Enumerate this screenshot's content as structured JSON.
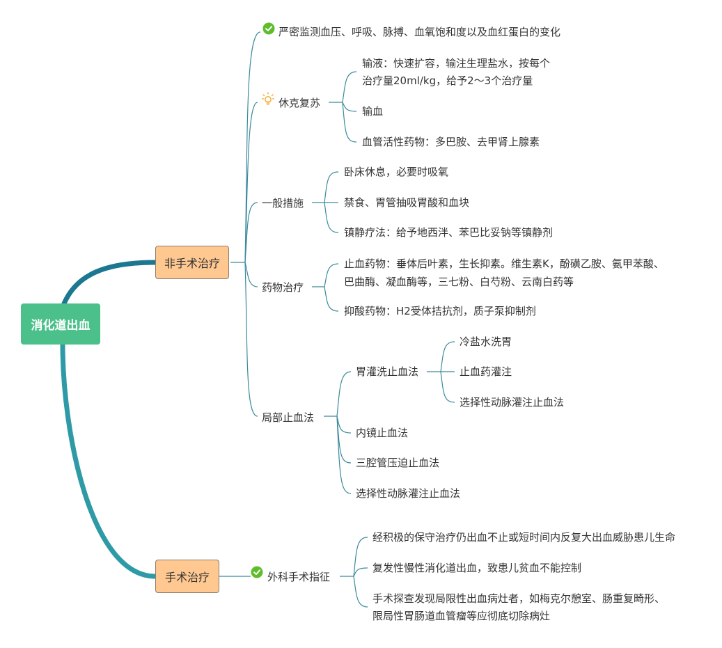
{
  "colors": {
    "root_bg": "#4cc08b",
    "branch_bg": "#ffc891",
    "thick_line_top": "#1c7890",
    "thick_line_bottom": "#2e9aa6",
    "thin_line": "#3b8a9c",
    "check_icon": "#5fbd2b",
    "bulb_icon": "#f5a623"
  },
  "root": {
    "label": "消化道出血"
  },
  "branches": {
    "nonsurgical": {
      "label": "非手术治疗",
      "monitor": {
        "icon": "check-circle-icon",
        "label": "严密监测血压、呼吸、脉搏、血氧饱和度以及血红蛋白的变化"
      },
      "shock": {
        "icon": "lightbulb-icon",
        "label": "休克复苏",
        "items": [
          "输液：快速扩容，输注生理盐水，按每个",
          "治疗量20ml/kg，给予2～3个治疗量",
          "输血",
          "血管活性药物：多巴胺、去甲肾上腺素"
        ]
      },
      "general": {
        "label": "一般措施",
        "items": [
          "卧床休息，必要时吸氧",
          "禁食、胃管抽吸胃酸和血块",
          "镇静疗法：给予地西泮、苯巴比妥钠等镇静剂"
        ]
      },
      "drugs": {
        "label": "药物治疗",
        "items": [
          "止血药物：垂体后叶素，生长抑素。维生素K，酚磺乙胺、氨甲苯酸、",
          "巴曲酶、凝血酶等，三七粉、白芍粉、云南白药等",
          "抑酸药物：H2受体拮抗剂，质子泵抑制剂"
        ]
      },
      "local": {
        "label": "局部止血法",
        "lavage": {
          "label": "胃灌洗止血法",
          "items": [
            "冷盐水洗胃",
            "止血药灌注",
            "选择性动脉灌注止血法"
          ]
        },
        "items": [
          "内镜止血法",
          "三腔管压迫止血法",
          "选择性动脉灌注止血法"
        ]
      }
    },
    "surgical": {
      "label": "手术治疗",
      "indication": {
        "icon": "check-circle-icon",
        "label": "外科手术指征",
        "items": [
          "经积极的保守治疗仍出血不止或短时间内反复大出血威胁患儿生命",
          "复发性慢性消化道出血，致患儿贫血不能控制",
          "手术探查发现局限性出血病灶者，如梅克尔憩室、肠重复畸形、",
          "限局性胃肠道血管瘤等应彻底切除病灶"
        ]
      }
    }
  }
}
